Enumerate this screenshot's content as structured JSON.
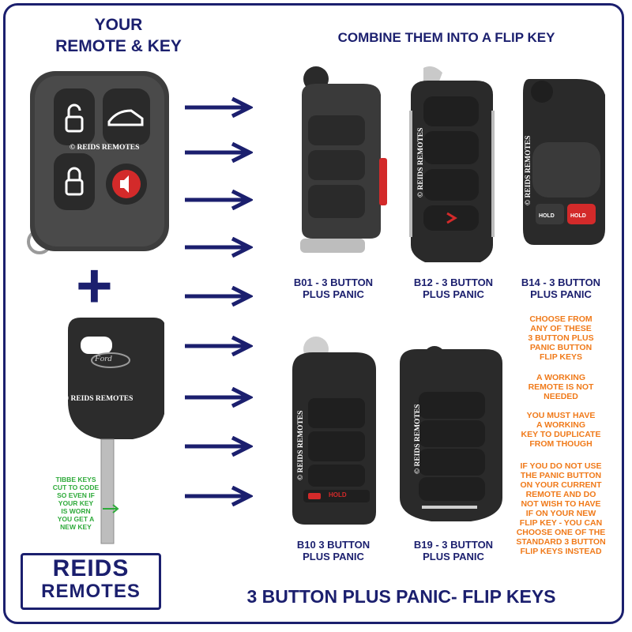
{
  "header_left": {
    "line1": "YOUR",
    "line2": "REMOTE & KEY"
  },
  "header_right": "COMBINE THEM INTO A FLIP KEY",
  "watermark": "© REIDS REMOTES",
  "plus_symbol": "+",
  "tibbe_note": "TIBBE KEYS\nCUT TO CODE\nSO EVEN IF\nYOUR KEY\nIS WORN\nYOU GET A\nNEW KEY",
  "key_logo_text": "Ford",
  "products": [
    {
      "line1": "B01 - 3 BUTTON",
      "line2": "PLUS PANIC"
    },
    {
      "line1": "B12 - 3 BUTTON",
      "line2": "PLUS PANIC"
    },
    {
      "line1": "B14 - 3 BUTTON",
      "line2": "PLUS PANIC"
    },
    {
      "line1": "B10 3 BUTTON",
      "line2": "PLUS PANIC"
    },
    {
      "line1": "B19 - 3 BUTTON",
      "line2": "PLUS PANIC"
    }
  ],
  "side_notes": [
    "CHOOSE FROM\nANY OF THESE\n3 BUTTON PLUS\nPANIC BUTTON\nFLIP KEYS",
    "A WORKING\nREMOTE IS NOT\nNEEDED",
    "YOU MUST HAVE\nA WORKING\nKEY TO DUPLICATE\nFROM THOUGH",
    "IF YOU DO NOT USE\nTHE PANIC BUTTON\nON YOUR CURRENT\nREMOTE AND DO\nNOT WISH TO HAVE\nIF ON YOUR NEW\nFLIP KEY - YOU CAN\nCHOOSE ONE OF THE\nSTANDARD 3 BUTTON\nFLIP KEYS INSTEAD"
  ],
  "button_labels": {
    "hold": "HOLD"
  },
  "logo": {
    "line1": "REIDS",
    "line2": "REMOTES"
  },
  "footer_title": "3 BUTTON PLUS PANIC- FLIP KEYS",
  "colors": {
    "navy": "#1b1f6e",
    "orange": "#f07a1a",
    "green": "#2eaa3a",
    "panic_red": "#d32a2a"
  }
}
